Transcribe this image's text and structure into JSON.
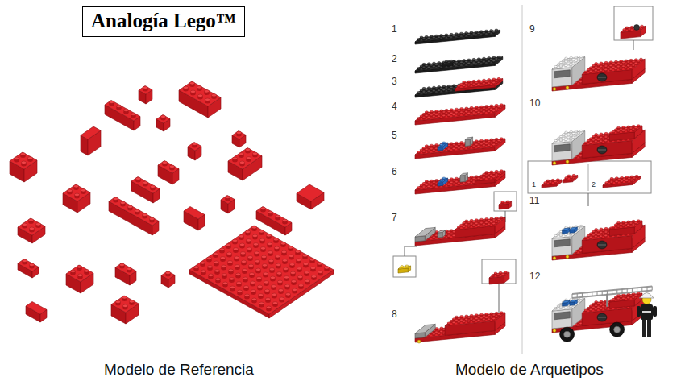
{
  "diagram": {
    "title": "Analogía Lego™",
    "labels": [
      "Modelo de Referencia",
      "Modelo de Arquetipos",
      "1",
      "2",
      "3",
      "4",
      "5",
      "6",
      "7",
      "8",
      "9",
      "10",
      "1",
      "2",
      "11",
      "12"
    ]
  }
}
